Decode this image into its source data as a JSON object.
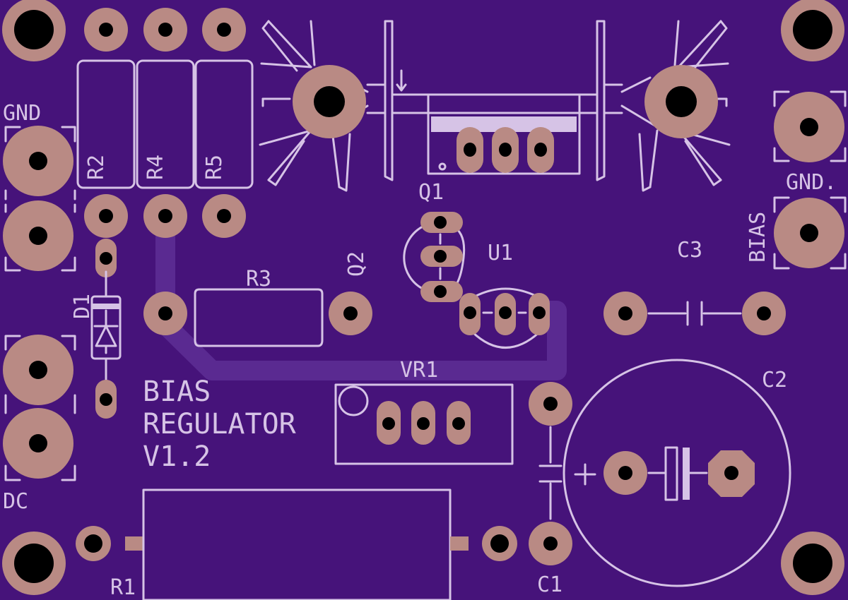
{
  "labels": {
    "gnd_left": "GND",
    "gnd_right": "GND.",
    "bias_right": "BIAS",
    "dc": "DC",
    "r1": "R1",
    "r2": "R2",
    "r3": "R3",
    "r4": "R4",
    "r5": "R5",
    "d1": "D1",
    "q1": "Q1",
    "q2": "Q2",
    "u1": "U1",
    "vr1": "VR1",
    "c1": "C1",
    "c2": "C2",
    "c3": "C3",
    "plus": "+"
  },
  "title": {
    "line1": "BIAS",
    "line2": "REGULATOR",
    "line3": "V1.2"
  },
  "colors": {
    "board": "#46137a",
    "silkscreen": "#d6c3e6",
    "pad": "#b98a84",
    "trace": "#5a2a91"
  }
}
